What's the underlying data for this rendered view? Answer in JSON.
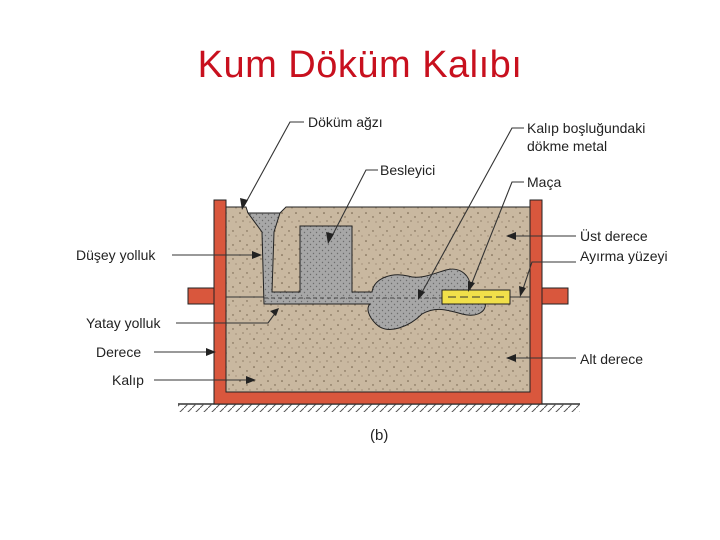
{
  "title": "Kum Döküm Kalıbı",
  "caption": "(b)",
  "labels": {
    "pouring_cup": "Döküm ağzı",
    "riser": "Besleyici",
    "metal_in_cavity_line1": "Kalıp boşluğundaki",
    "metal_in_cavity_line2": "dökme metal",
    "core": "Maça",
    "sprue": "Düşey yolluk",
    "cope": "Üst derece",
    "parting_surface": "Ayırma yüzeyi",
    "runner": "Yatay yolluk",
    "flask": "Derece",
    "drag": "Alt derece",
    "mold": "Kalıp"
  },
  "colors": {
    "title": "#c8101e",
    "flask": "#d9573d",
    "sand": "#c9b8a0",
    "metal": "#a9a9a9",
    "core": "#f1e04a"
  }
}
